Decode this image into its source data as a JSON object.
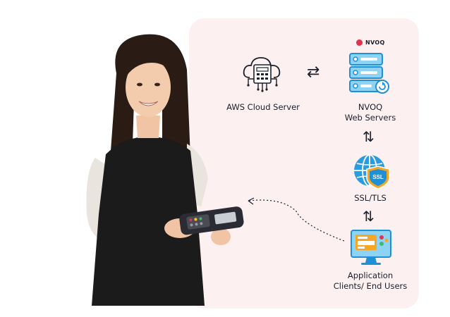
{
  "brand": {
    "name": "NVOQ",
    "color": "#e0334c"
  },
  "nodes": {
    "aws": {
      "label": "AWS Cloud Server",
      "icon": "cloud-server-icon"
    },
    "nvoq": {
      "line1": "NVOQ",
      "line2": "Web Servers",
      "icon": "server-stack-icon"
    },
    "ssl": {
      "label": "SSL/TLS",
      "icon": "ssl-shield-globe-icon"
    },
    "clients": {
      "line1": "Application",
      "line2": "Clients/ End Users",
      "icon": "monitor-app-icon"
    }
  },
  "arrows": {
    "aws_nvoq": "⇄",
    "nvoq_ssl": "⇅",
    "ssl_clients": "⇅"
  },
  "colors": {
    "panel": "#fcf0f0",
    "icon_blue": "#1f8fd6",
    "icon_light_blue": "#8fd3f4",
    "shield_orange": "#f5a623",
    "apron": "#1b1b1b",
    "terminal": "#2b2b33"
  },
  "photo": {
    "subject": "smiling-woman-holding-payment-terminal"
  }
}
